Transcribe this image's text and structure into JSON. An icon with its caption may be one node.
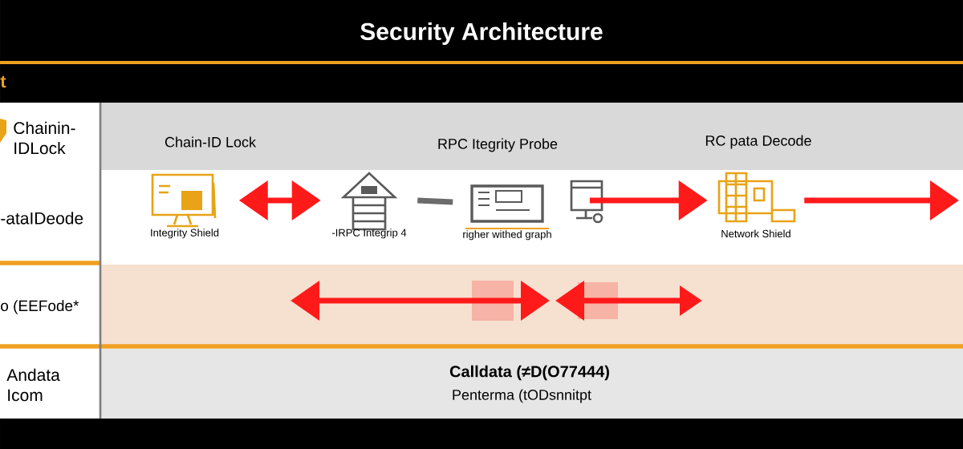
{
  "diagram": {
    "title": "Security Architecture",
    "nodes": [
      {
        "text": [
          "Integrity Shield"
        ]
      },
      {
        "text": [
          "-IRPC Integrip 4"
        ]
      },
      {
        "text": [
          "righer withed graph"
        ]
      },
      {
        "text": [],
        "shape": "monitor"
      },
      {
        "text": [
          "Network Shield"
        ]
      }
    ],
    "edges": [
      {
        "from": 0,
        "to": 1,
        "arrow": "both"
      },
      {
        "from": 1,
        "to": 2,
        "arrow": "none",
        "color": "#6b6b6b"
      },
      {
        "from": 3,
        "to": 4,
        "arrow": "to"
      },
      {
        "from": 4,
        "to": null,
        "arrow": "to"
      }
    ],
    "labels": [
      "t",
      "Chainin- IDLock",
      "Chain-ID Lock",
      "RPC Itegrity Probe",
      "RC pata Decode",
      "-ataIDeode",
      "o (EEFode*",
      "Andata Icom",
      "Calldata (≠D(O77444)",
      "Penterma (tODsnnitpt"
    ]
  }
}
